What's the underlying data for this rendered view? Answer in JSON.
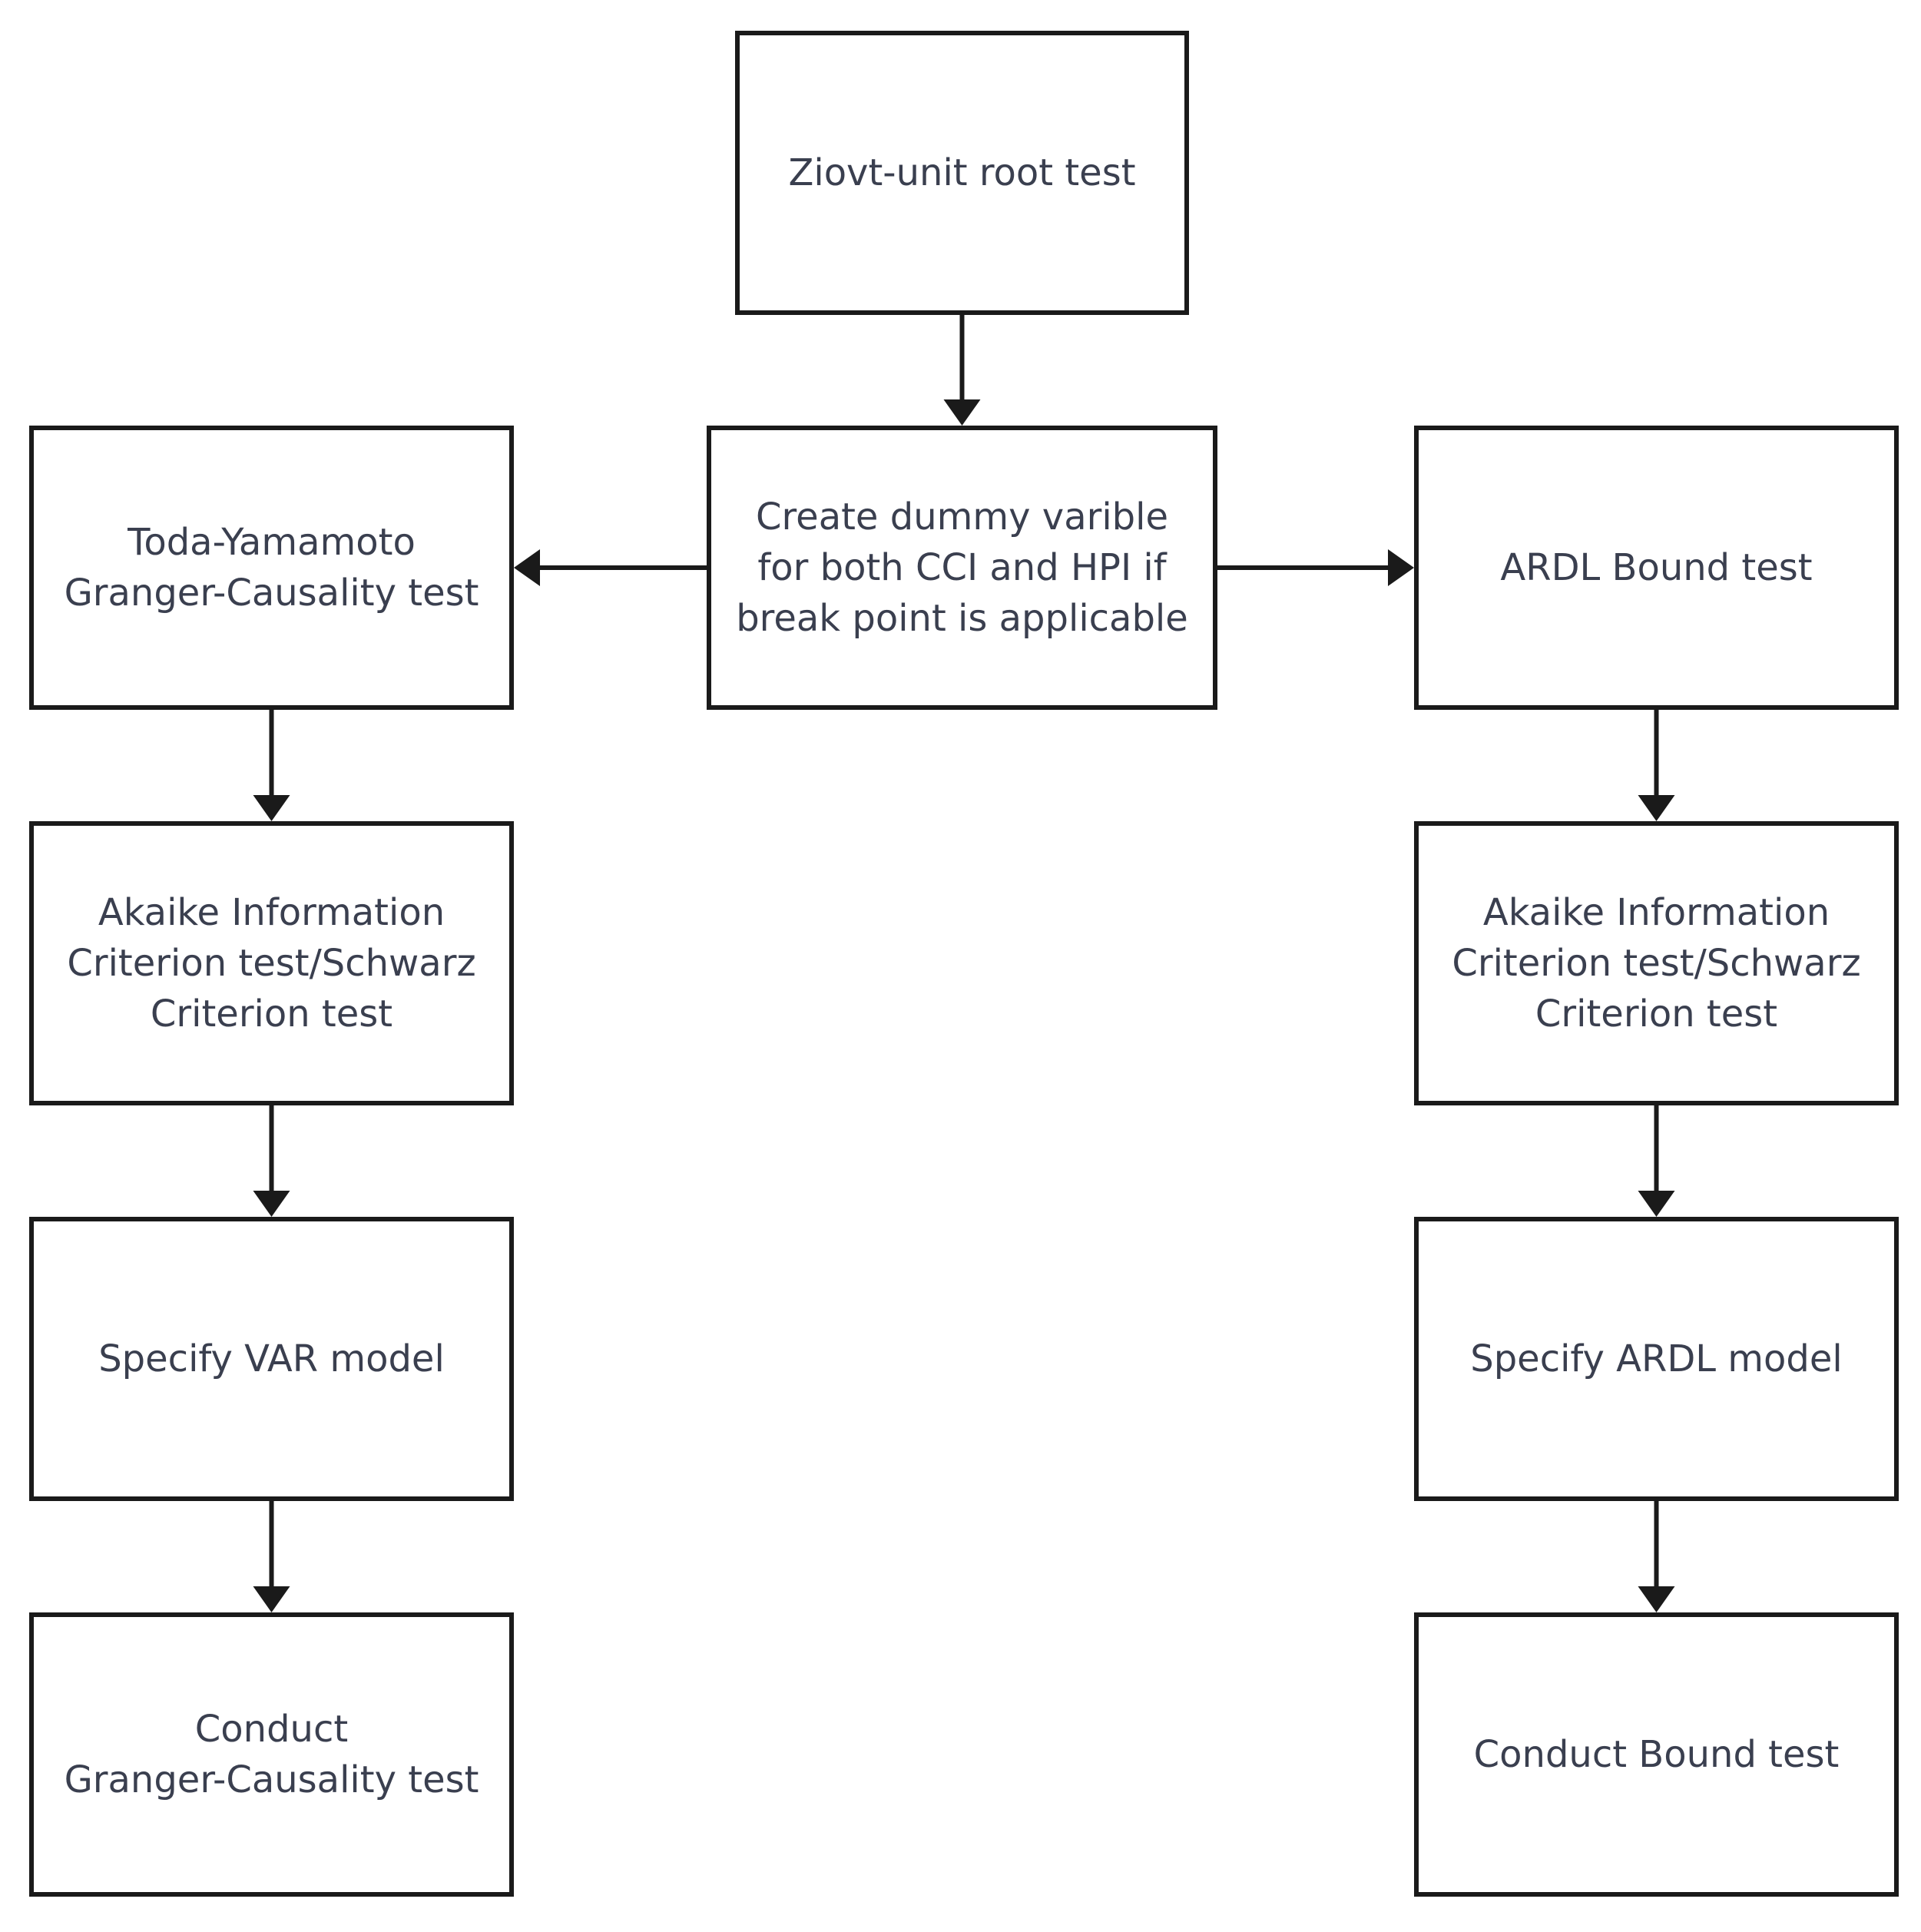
{
  "diagram": {
    "colors": {
      "border": "#1a1a1a",
      "text": "#3a3f4f",
      "background": "#ffffff"
    },
    "nodes": [
      {
        "id": "zivot",
        "lines": [
          "Ziovt-unit root test"
        ]
      },
      {
        "id": "dummy",
        "lines": [
          "Create dummy varible",
          "for both CCI and HPI if",
          "break point is applicable"
        ]
      },
      {
        "id": "toda",
        "lines": [
          "Toda-Yamamoto",
          "Granger-Causality test"
        ]
      },
      {
        "id": "aic-left",
        "lines": [
          "Akaike Information",
          "Criterion test/Schwarz",
          "Criterion test"
        ]
      },
      {
        "id": "var",
        "lines": [
          "Specify VAR model"
        ]
      },
      {
        "id": "granger",
        "lines": [
          "Conduct",
          "Granger-Causality test"
        ]
      },
      {
        "id": "ardl-bound",
        "lines": [
          "ARDL Bound test"
        ]
      },
      {
        "id": "aic-right",
        "lines": [
          "Akaike Information",
          "Criterion test/Schwarz",
          "Criterion test"
        ]
      },
      {
        "id": "ardl-model",
        "lines": [
          "Specify ARDL model"
        ]
      },
      {
        "id": "bound",
        "lines": [
          "Conduct Bound test"
        ]
      }
    ],
    "edges": [
      {
        "from": "zivot",
        "to": "dummy"
      },
      {
        "from": "dummy",
        "to": "toda"
      },
      {
        "from": "dummy",
        "to": "ardl-bound"
      },
      {
        "from": "toda",
        "to": "aic-left"
      },
      {
        "from": "aic-left",
        "to": "var"
      },
      {
        "from": "var",
        "to": "granger"
      },
      {
        "from": "ardl-bound",
        "to": "aic-right"
      },
      {
        "from": "aic-right",
        "to": "ardl-model"
      },
      {
        "from": "ardl-model",
        "to": "bound"
      }
    ]
  }
}
